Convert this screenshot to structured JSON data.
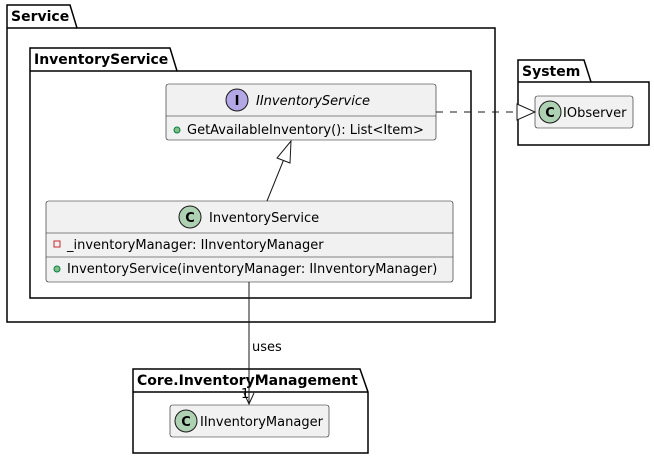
{
  "packages": {
    "service": "Service",
    "inventory_service": "InventoryService",
    "system": "System",
    "core": "Core.InventoryManagement"
  },
  "interface_iinventoryservice": {
    "badge": "I",
    "name": "IInventoryService",
    "methods": [
      "GetAvailableInventory(): List<Item>"
    ]
  },
  "class_inventoryservice": {
    "badge": "C",
    "name": "InventoryService",
    "fields": [
      "_inventoryManager: IInventoryManager"
    ],
    "methods": [
      "InventoryService(inventoryManager: IInventoryManager)"
    ]
  },
  "class_iobserver": {
    "badge": "C",
    "name": "IObserver"
  },
  "class_iinventorymanager": {
    "badge": "C",
    "name": "IInventoryManager"
  },
  "relations": {
    "uses_label": "uses",
    "uses_multiplicity": "1"
  },
  "colors": {
    "class_badge": "#add1b2",
    "interface_badge": "#b4a7e5",
    "private_marker": "#c82930",
    "public_marker": "#84be84",
    "class_fill": "#f1f1f1"
  }
}
